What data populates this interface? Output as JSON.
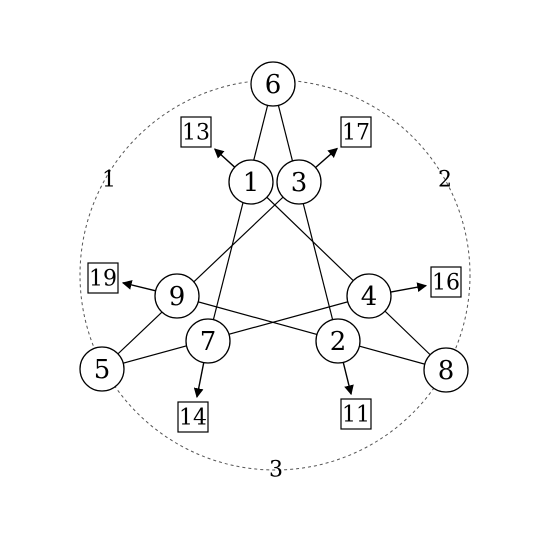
{
  "diagram": {
    "side_labels": [
      "1",
      "2",
      "3"
    ],
    "nodes": [
      {
        "id": "n6",
        "label": "6"
      },
      {
        "id": "n1",
        "label": "1"
      },
      {
        "id": "n3",
        "label": "3"
      },
      {
        "id": "n9",
        "label": "9"
      },
      {
        "id": "n4",
        "label": "4"
      },
      {
        "id": "n7",
        "label": "7"
      },
      {
        "id": "n2",
        "label": "2"
      },
      {
        "id": "n5",
        "label": "5"
      },
      {
        "id": "n8",
        "label": "8"
      }
    ],
    "boxes": [
      {
        "id": "b13",
        "label": "13",
        "from": "n1"
      },
      {
        "id": "b17",
        "label": "17",
        "from": "n3"
      },
      {
        "id": "b19",
        "label": "19",
        "from": "n9"
      },
      {
        "id": "b16",
        "label": "16",
        "from": "n4"
      },
      {
        "id": "b14",
        "label": "14",
        "from": "n7"
      },
      {
        "id": "b11",
        "label": "11",
        "from": "n2"
      }
    ],
    "edges": [
      [
        "n6",
        "n7"
      ],
      [
        "n6",
        "n2"
      ],
      [
        "n5",
        "n3"
      ],
      [
        "n5",
        "n4"
      ],
      [
        "n8",
        "n1"
      ],
      [
        "n8",
        "n9"
      ]
    ]
  }
}
